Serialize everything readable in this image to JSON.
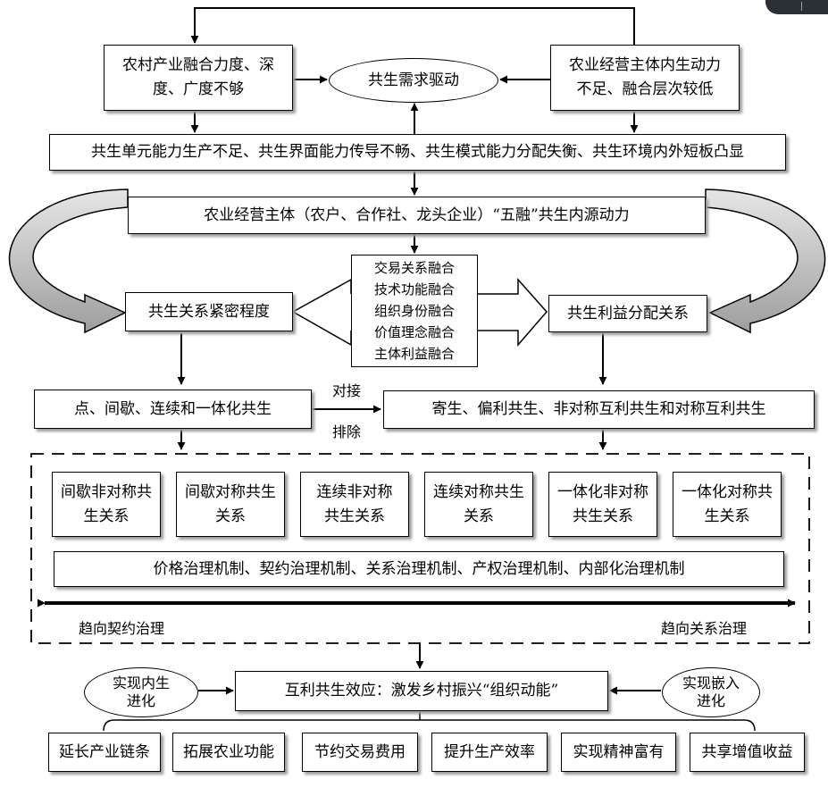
{
  "top": {
    "left_problem": "农村产业融合力度、深度、广度不够",
    "left_problem_lines": [
      "农村产业融合力度、深",
      "度、广度不够"
    ],
    "demand": "共生需求驱动",
    "right_problem": "农业经营主体内生动力不足、融合层次较低",
    "right_problem_lines": [
      "农业经营主体内生动力",
      "不足、融合层次较低"
    ],
    "deficits": "共生单元能力生产不足、共生界面能力传导不畅、共生模式能力分配失衡、共生环境内外短板凸显"
  },
  "core": {
    "five_fusion": "农业经营主体（农户、合作社、龙头企业）“五融”共生内源动力",
    "fusions": [
      "交易关系融合",
      "技术功能融合",
      "组织身份融合",
      "价值理念融合",
      "主体利益融合"
    ],
    "closeness": "共生关系紧密程度",
    "benefit": "共生利益分配关系"
  },
  "modes": {
    "organization": "点、间歇、连续和一体化共生",
    "behavior": "寄生、偏利共生、非对称互利共生和对称互利共生",
    "connect": "对接",
    "exclude": "排除"
  },
  "relations": [
    {
      "name": "间歇非对称共生关系",
      "lines": [
        "间歇非对称共",
        "生关系"
      ]
    },
    {
      "name": "间歇对称共生关系",
      "lines": [
        "间歇对称共生",
        "关系"
      ]
    },
    {
      "name": "连续非对称共生关系",
      "lines": [
        "连续非对称",
        "共生关系"
      ]
    },
    {
      "name": "连续对称共生关系",
      "lines": [
        "连续对称共生",
        "关系"
      ]
    },
    {
      "name": "一体化非对称共生关系",
      "lines": [
        "一体化非对称",
        "共生关系"
      ]
    },
    {
      "name": "一体化对称共生关系",
      "lines": [
        "一体化对称共",
        "生关系"
      ]
    }
  ],
  "governance": {
    "mechanisms": "价格治理机制、契约治理机制、关系治理机制、产权治理机制、内部化治理机制",
    "toward_contract": "趋向契约治理",
    "toward_relation": "趋向关系治理"
  },
  "effect": {
    "main": "互利共生效应：激发乡村振兴“组织动能”",
    "internal_evolution": "实现内生进化",
    "internal_evolution_lines": [
      "实现内生",
      "进化"
    ],
    "embedded_evolution": "实现嵌入进化",
    "embedded_evolution_lines": [
      "实现嵌入",
      "进化"
    ]
  },
  "outcomes": [
    "延长产业链条",
    "拓展农业功能",
    "节约交易费用",
    "提升生产效率",
    "实现精神富有",
    "共享增值收益"
  ]
}
